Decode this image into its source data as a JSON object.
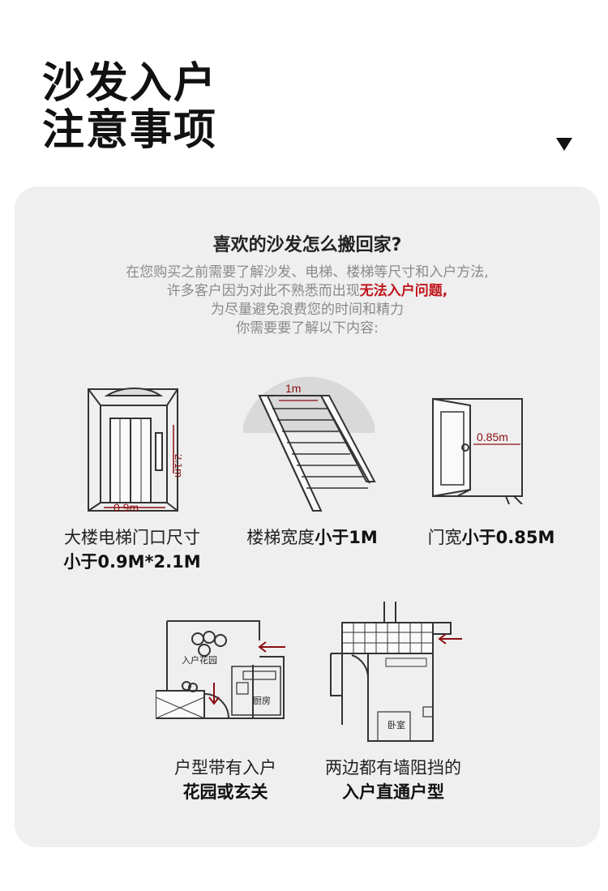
{
  "title": {
    "line1": "沙发入户",
    "line2": "注意事项"
  },
  "card": {
    "question": "喜欢的沙发怎么搬回家?",
    "intro": {
      "line1": "在您购买之前需要了解沙发、电梯、楼梯等尺寸和入户方法,",
      "line2_pre": "许多客户因为对此不熟悉而出现",
      "line2_highlight": "无法入户问题,",
      "line3": "为尽量避免浪费您的时间和精力",
      "line4": "你需要要了解以下内容:"
    },
    "items": [
      {
        "icon": "elevator-icon",
        "label_width": "0.9m",
        "label_height": "2.1m",
        "caption_line1": "大楼电梯门口尺寸",
        "caption_line2": "小于0.9M*2.1M"
      },
      {
        "icon": "stairs-icon",
        "label_width": "1m",
        "caption_normal": "楼梯宽度",
        "caption_bold": "小于1M"
      },
      {
        "icon": "door-icon",
        "label_width": "0.85m",
        "caption_normal": "门宽",
        "caption_bold": "小于0.85M"
      },
      {
        "icon": "floorplan-garden-icon",
        "room_label_1": "入户花园",
        "room_label_2": "厨房",
        "caption_line1": "户型带有入户",
        "caption_line2": "花园或玄关"
      },
      {
        "icon": "floorplan-walls-icon",
        "room_label": "卧室",
        "caption_line1": "两边都有墙阻挡的",
        "caption_line2": "入户直通户型"
      }
    ]
  },
  "colors": {
    "accent": "#c0141b",
    "label_red": "#8b0d12",
    "card_bg": "#efefef",
    "intro_gray": "#8a8a8a"
  }
}
